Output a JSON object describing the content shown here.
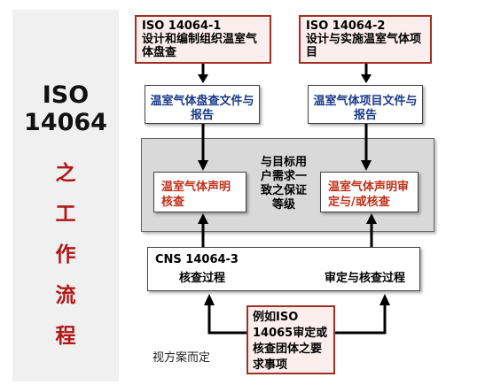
{
  "sidebar": {
    "title_line1": "ISO",
    "title_line2": "14064",
    "chars": [
      "之",
      "工",
      "作",
      "流",
      "程"
    ]
  },
  "top_left": {
    "code": "ISO 14064-1",
    "desc": "设计和编制组织温室气体盘查"
  },
  "top_right": {
    "code": "ISO 14064-2",
    "desc": "设计与实施温室气体项目"
  },
  "mid_left": {
    "text": "温室气体盘查文件与报告"
  },
  "mid_right": {
    "text": "温室气体项目文件与报告"
  },
  "verify_left": {
    "text": "温室气体声明核查"
  },
  "verify_right": {
    "text": "温室气体声明审定与/或核查"
  },
  "assurance_note": {
    "text": "与目标用户需求一致之保证等级"
  },
  "cns": {
    "title": "CNS 14064-3",
    "left_label": "核查过程",
    "right_label": "审定与核查过程"
  },
  "bottom_box": {
    "text": "例如ISO 14065审定或核查团体之要求事项"
  },
  "footnote": "视方案而定",
  "colors": {
    "accent_red": "#c0311a",
    "accent_blue": "#1a3a8a",
    "panel_gray": "#d9d9d9"
  }
}
